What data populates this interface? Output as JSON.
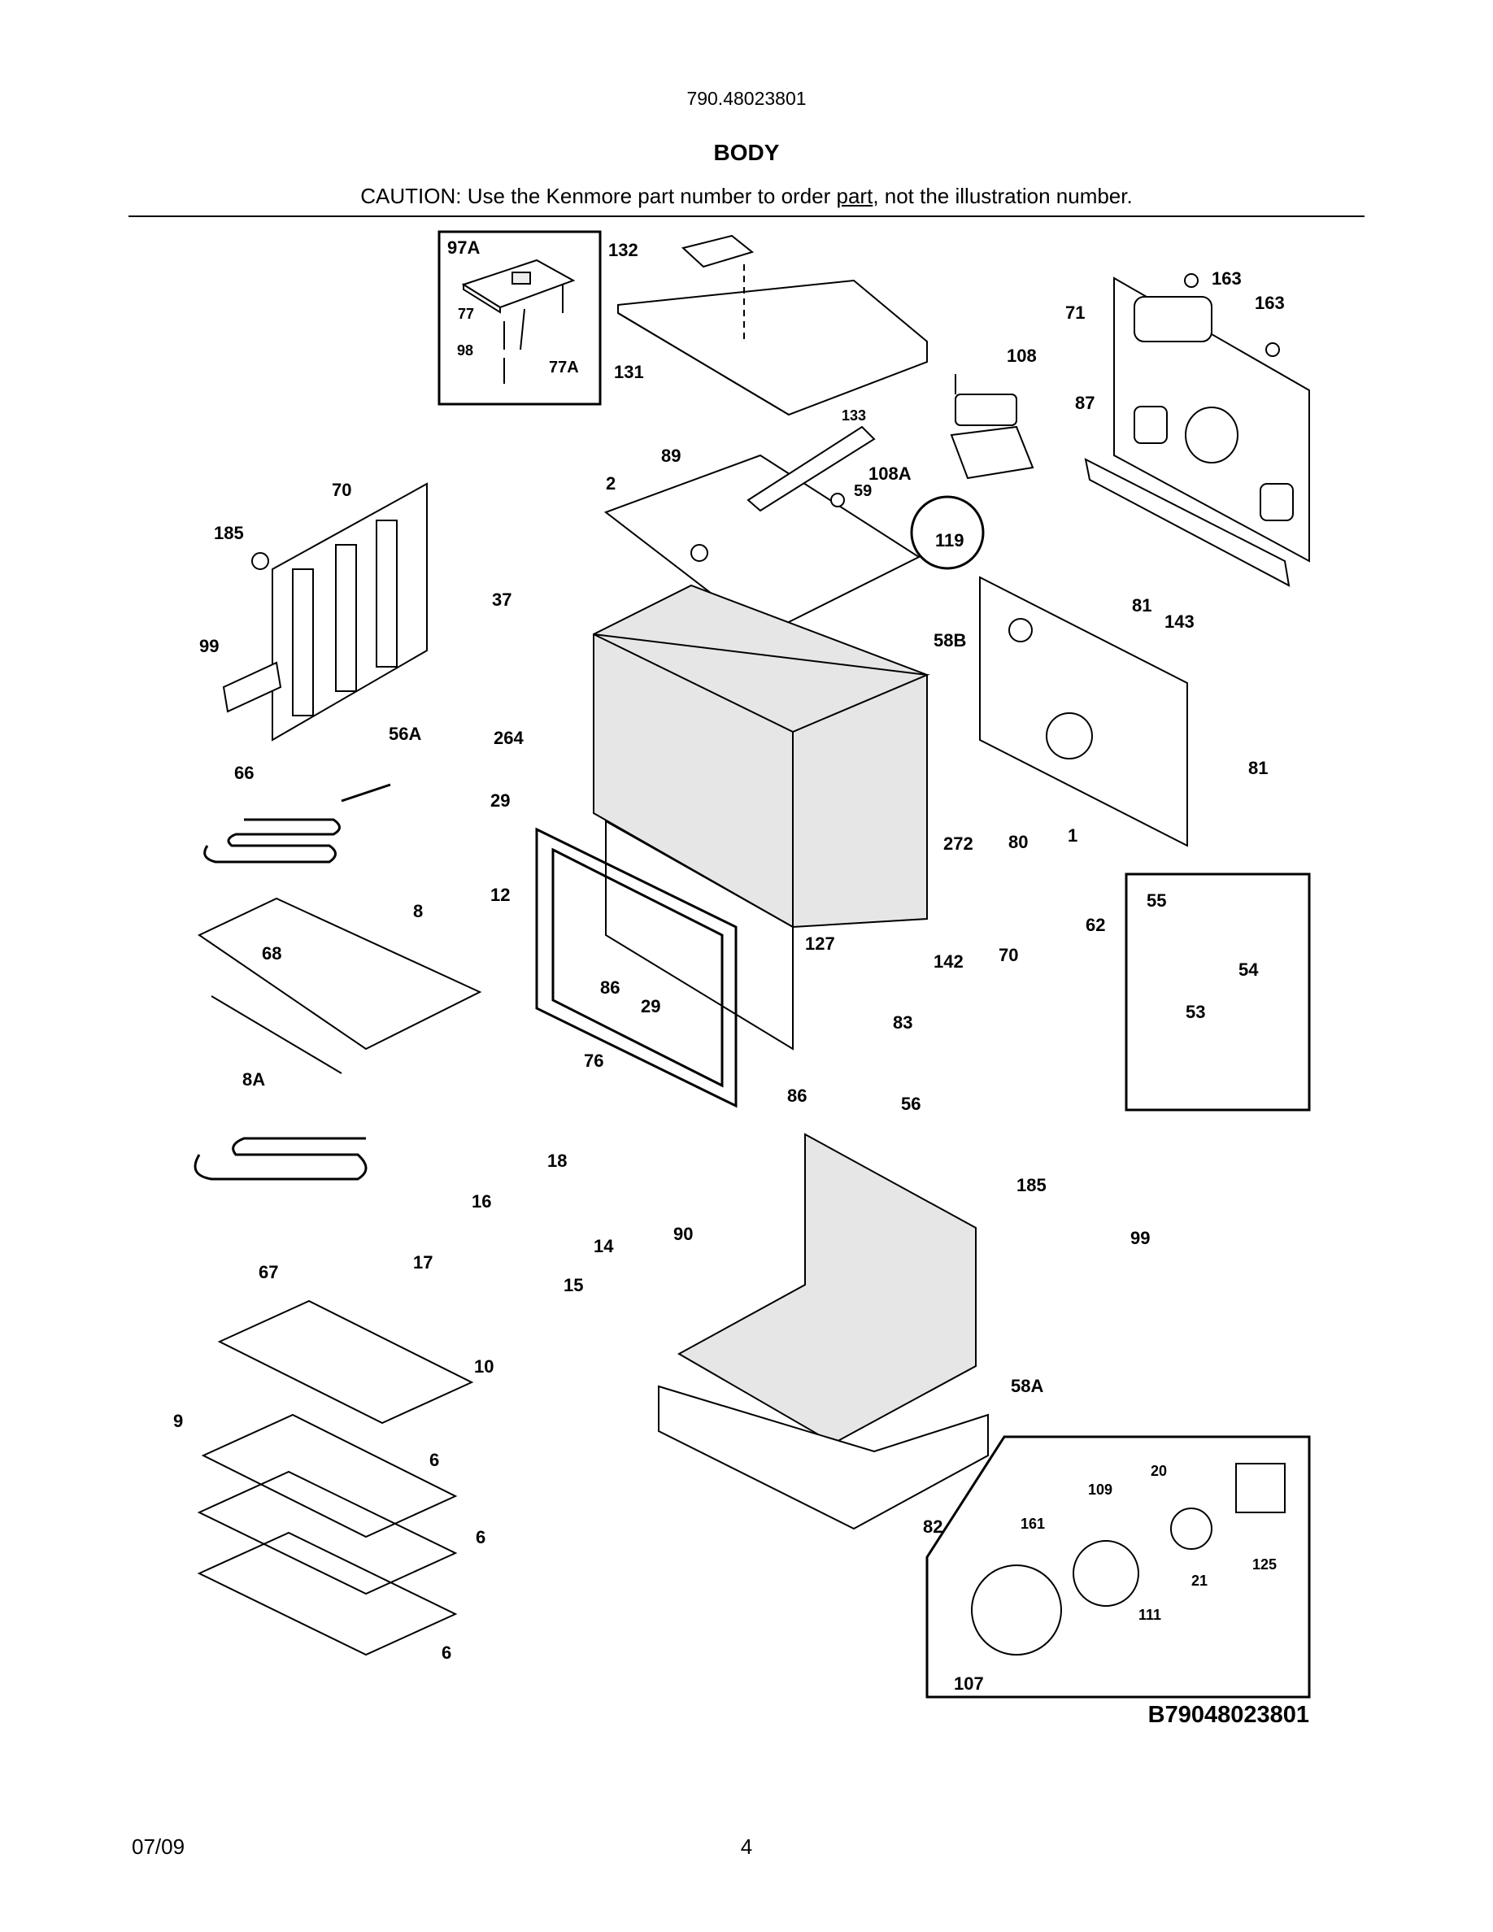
{
  "header": {
    "model": "790.48023801",
    "title": "BODY",
    "caution_prefix": "CAUTION: Use the Kenmore part number to order ",
    "caution_link": "part",
    "caution_suffix": ", not the illustration number."
  },
  "diagram": {
    "code": "B79048023801",
    "callouts": [
      {
        "id": "97A",
        "text": "97A"
      },
      {
        "id": "77",
        "text": "77"
      },
      {
        "id": "98",
        "text": "98"
      },
      {
        "id": "77A",
        "text": "77A"
      },
      {
        "id": "132",
        "text": "132"
      },
      {
        "id": "131",
        "text": "131"
      },
      {
        "id": "163a",
        "text": "163"
      },
      {
        "id": "163b",
        "text": "163"
      },
      {
        "id": "71",
        "text": "71"
      },
      {
        "id": "108",
        "text": "108"
      },
      {
        "id": "87",
        "text": "87"
      },
      {
        "id": "133",
        "text": "133"
      },
      {
        "id": "89",
        "text": "89"
      },
      {
        "id": "2",
        "text": "2"
      },
      {
        "id": "108A",
        "text": "108A"
      },
      {
        "id": "59",
        "text": "59"
      },
      {
        "id": "119",
        "text": "119"
      },
      {
        "id": "70a",
        "text": "70"
      },
      {
        "id": "185a",
        "text": "185"
      },
      {
        "id": "99a",
        "text": "99"
      },
      {
        "id": "37",
        "text": "37"
      },
      {
        "id": "58B",
        "text": "58B"
      },
      {
        "id": "81a",
        "text": "81"
      },
      {
        "id": "143",
        "text": "143"
      },
      {
        "id": "56A",
        "text": "56A"
      },
      {
        "id": "264",
        "text": "264"
      },
      {
        "id": "66",
        "text": "66"
      },
      {
        "id": "29a",
        "text": "29"
      },
      {
        "id": "81b",
        "text": "81"
      },
      {
        "id": "272",
        "text": "272"
      },
      {
        "id": "80",
        "text": "80"
      },
      {
        "id": "1",
        "text": "1"
      },
      {
        "id": "12",
        "text": "12"
      },
      {
        "id": "8",
        "text": "8"
      },
      {
        "id": "68",
        "text": "68"
      },
      {
        "id": "127",
        "text": "127"
      },
      {
        "id": "55",
        "text": "55"
      },
      {
        "id": "62",
        "text": "62"
      },
      {
        "id": "54",
        "text": "54"
      },
      {
        "id": "142",
        "text": "142"
      },
      {
        "id": "70b",
        "text": "70"
      },
      {
        "id": "86a",
        "text": "86"
      },
      {
        "id": "29b",
        "text": "29"
      },
      {
        "id": "83",
        "text": "83"
      },
      {
        "id": "53",
        "text": "53"
      },
      {
        "id": "76",
        "text": "76"
      },
      {
        "id": "8A",
        "text": "8A"
      },
      {
        "id": "86b",
        "text": "86"
      },
      {
        "id": "56",
        "text": "56"
      },
      {
        "id": "18",
        "text": "18"
      },
      {
        "id": "185b",
        "text": "185"
      },
      {
        "id": "16",
        "text": "16"
      },
      {
        "id": "14",
        "text": "14"
      },
      {
        "id": "90",
        "text": "90"
      },
      {
        "id": "99b",
        "text": "99"
      },
      {
        "id": "17",
        "text": "17"
      },
      {
        "id": "15",
        "text": "15"
      },
      {
        "id": "67",
        "text": "67"
      },
      {
        "id": "10",
        "text": "10"
      },
      {
        "id": "58A",
        "text": "58A"
      },
      {
        "id": "9",
        "text": "9"
      },
      {
        "id": "6a",
        "text": "6"
      },
      {
        "id": "20",
        "text": "20"
      },
      {
        "id": "109",
        "text": "109"
      },
      {
        "id": "6b",
        "text": "6"
      },
      {
        "id": "161",
        "text": "161"
      },
      {
        "id": "82",
        "text": "82"
      },
      {
        "id": "125",
        "text": "125"
      },
      {
        "id": "21",
        "text": "21"
      },
      {
        "id": "111",
        "text": "111"
      },
      {
        "id": "6c",
        "text": "6"
      },
      {
        "id": "107",
        "text": "107"
      }
    ]
  },
  "footer": {
    "date": "07/09",
    "page": "4"
  }
}
